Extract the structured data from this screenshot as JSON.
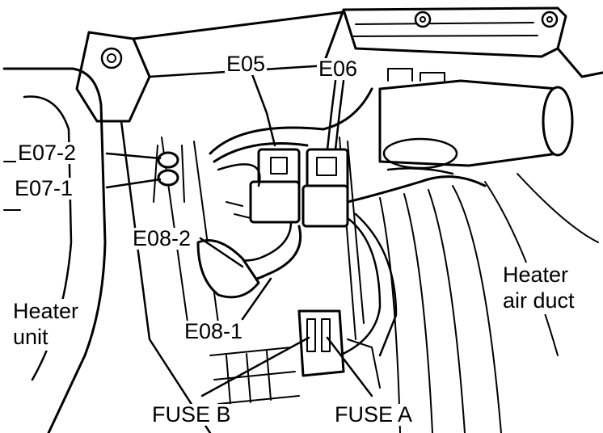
{
  "colors": {
    "ink": "#000000",
    "paper": "#ffffff"
  },
  "labels": {
    "e05": "E05",
    "e06": "E06",
    "e07_2": "E07-2",
    "e07_1": "E07-1",
    "e08_2": "E08-2",
    "e08_1": "E08-1",
    "fuse_b": "FUSE B",
    "fuse_a": "FUSE A",
    "heater_unit_line1": "Heater",
    "heater_unit_line2": "unit",
    "heater_air_duct_line1": "Heater",
    "heater_air_duct_line2": "air duct"
  }
}
